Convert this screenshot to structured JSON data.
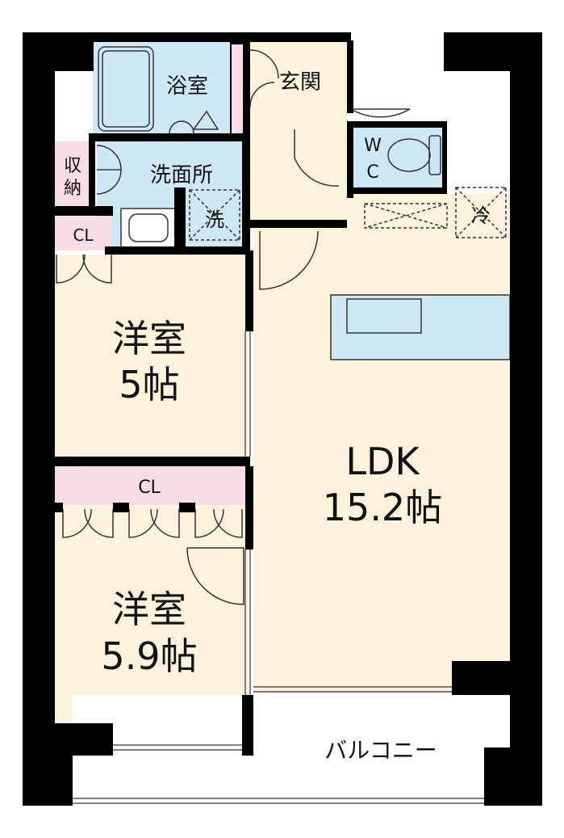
{
  "rooms": {
    "bath": {
      "label": "浴室"
    },
    "entrance": {
      "label": "玄関"
    },
    "wc": {
      "label_1": "W",
      "label_2": "C"
    },
    "storage": {
      "label_1": "収",
      "label_2": "納"
    },
    "washroom": {
      "label": "洗面所"
    },
    "washer": {
      "label": "洗"
    },
    "fridge": {
      "label": "冷"
    },
    "closet_top": {
      "label": "CL"
    },
    "bedroom_1": {
      "name": "洋室",
      "size": "5帖"
    },
    "closet_mid": {
      "label": "CL"
    },
    "ldk": {
      "name": "LDK",
      "size": "15.2帖"
    },
    "bedroom_2": {
      "name": "洋室",
      "size": "5.9帖"
    },
    "balcony": {
      "label": "バルコニー"
    }
  },
  "colors": {
    "wall": "#000000",
    "room_floor": "#fdf3dc",
    "wet_area": "#cfe8f6",
    "closet": "#f9dde4",
    "outline": "#333333"
  }
}
